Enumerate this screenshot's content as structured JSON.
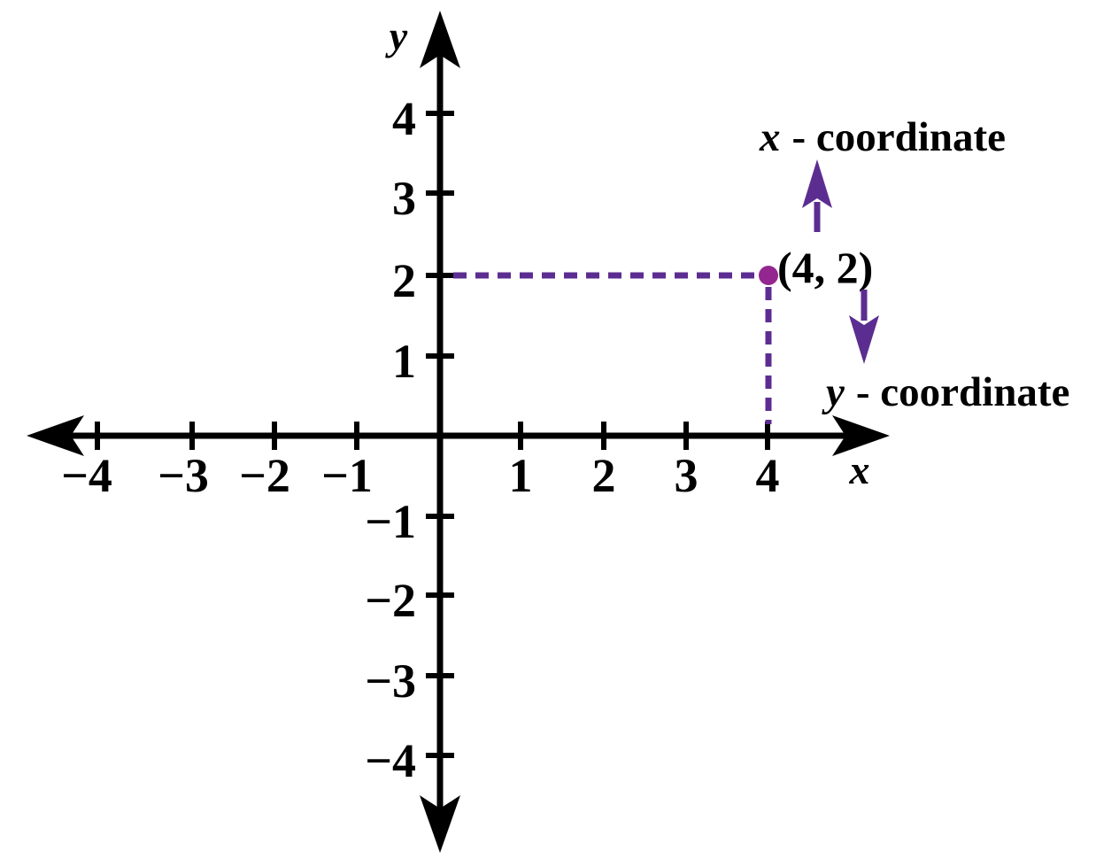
{
  "chart_data": {
    "type": "scatter",
    "title": "",
    "xlabel": "x",
    "ylabel": "y",
    "xlim": [
      -5,
      5
    ],
    "ylim": [
      -5,
      5
    ],
    "x_ticks": [
      -4,
      -3,
      -2,
      -1,
      1,
      2,
      3,
      4
    ],
    "y_ticks": [
      -4,
      -3,
      -2,
      -1,
      1,
      2,
      3,
      4
    ],
    "grid": false,
    "points": [
      {
        "x": 4,
        "y": 2,
        "label": "(4, 2)",
        "marker": "dot"
      }
    ],
    "guides": [
      {
        "type": "dashed-line",
        "from": [
          0,
          2
        ],
        "to": [
          4,
          2
        ]
      },
      {
        "type": "dashed-line",
        "from": [
          4,
          2
        ],
        "to": [
          4,
          0
        ]
      }
    ],
    "annotations": [
      {
        "text": "x - coordinate",
        "arrow": "up",
        "points_at": "4 in (4, 2)"
      },
      {
        "text": "y - coordinate",
        "arrow": "down",
        "points_at": "2 in (4, 2)"
      }
    ]
  },
  "axis": {
    "x_letter": "x",
    "y_letter": "y",
    "x_tick_labels": [
      "−4",
      "−3",
      "−2",
      "−1",
      "1",
      "2",
      "3",
      "4"
    ],
    "y_tick_labels": [
      "4",
      "3",
      "2",
      "1",
      "−1",
      "−2",
      "−3",
      "−4"
    ]
  },
  "point": {
    "label": "(4, 2)"
  },
  "callouts": {
    "x": {
      "letter": "x",
      "rest": "- coordinate"
    },
    "y": {
      "letter": "y",
      "rest": "- coordinate"
    }
  },
  "colors": {
    "axis_black": "#000000",
    "guide_purple": "#5C2D91",
    "point_magenta": "#93278F",
    "point_label_red": "#EC1C24",
    "callout_green": "#009347",
    "background": "#FFFFFF"
  }
}
